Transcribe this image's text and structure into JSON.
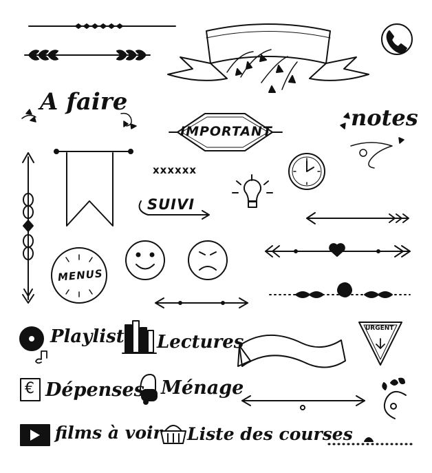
{
  "ink_color": "#111111",
  "paper_color": "#ffffff",
  "labels": {
    "a_faire": "A faire",
    "notes": "notes",
    "important": "IMPORTANT",
    "xxxxxx": "xxxxxx",
    "suivi": "SUIVI",
    "menus": "MENUS",
    "playlist": "Playlist",
    "lectures": "Lectures",
    "urgent": "URGENT",
    "depenses": "Dépenses",
    "euro": "€",
    "menage": "Ménage",
    "films": "films à voir",
    "courses": "Liste des courses"
  },
  "icons": [
    "phone-icon",
    "banner-ribbon-icon",
    "laurel-divider-icon",
    "lightbulb-icon",
    "clock-icon",
    "arrow-icon",
    "heart-arrow-icon",
    "smiley-happy-icon",
    "smiley-sad-icon",
    "hanging-flag-icon",
    "vinyl-record-icon",
    "books-icon",
    "vacuum-icon",
    "film-strip-icon",
    "basket-icon",
    "flourish-icon",
    "wallet-icon"
  ]
}
